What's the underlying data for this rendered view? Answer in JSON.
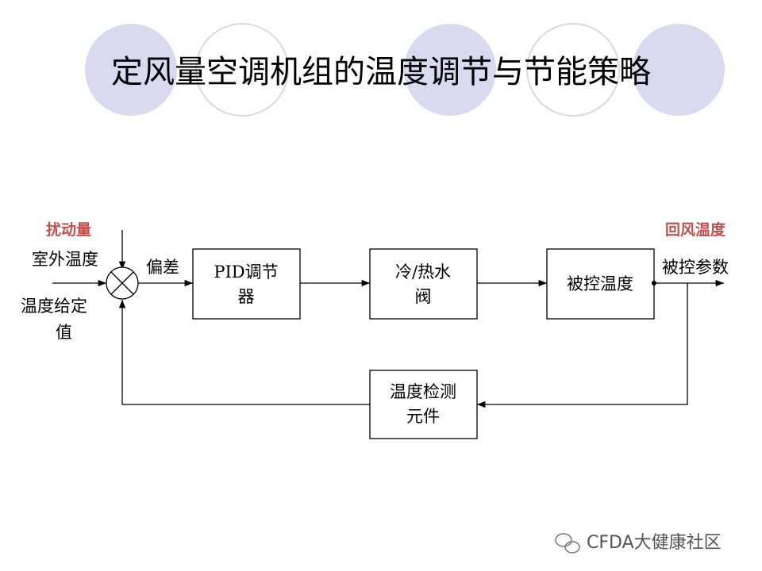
{
  "title": "定风量空调机组的温度调节与节能策略",
  "disturbance_heading": "扰动量",
  "disturbance_label": "室外温度",
  "setpoint_label_line1": "温度给定",
  "setpoint_label_line2": "值",
  "error_label": "偏差",
  "pid_line1": "PID调节",
  "pid_line2": "器",
  "valve_line1": "冷/热水",
  "valve_line2": "阀",
  "plant_label": "被控温度",
  "output_heading": "回风温度",
  "output_label": "被控参数",
  "sensor_line1": "温度检测",
  "sensor_line2": "元件",
  "watermark": "CFDA大健康社区",
  "colors": {
    "circle_fill": "#d9d9ef",
    "circle_outline": "#dadada",
    "red_label": "#c0504d"
  }
}
